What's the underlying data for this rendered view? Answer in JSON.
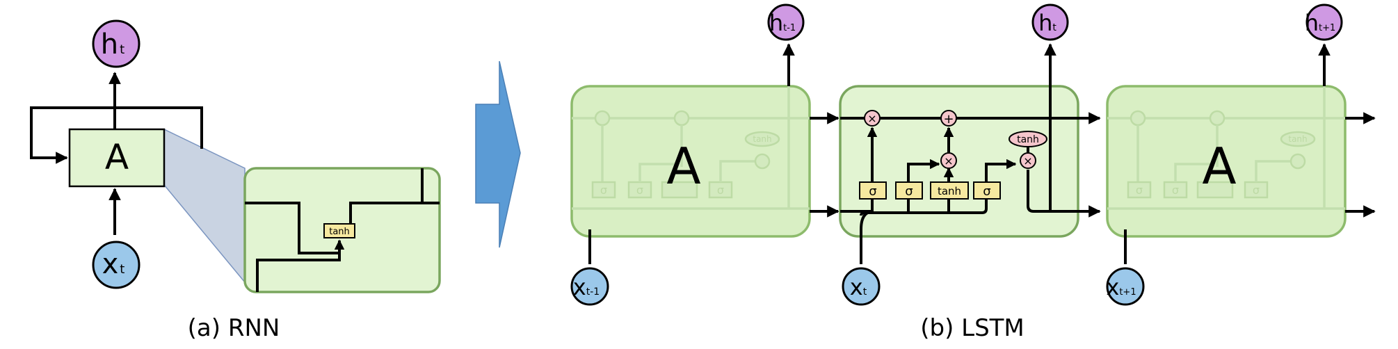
{
  "rnn": {
    "cell_label": "A",
    "output_node": {
      "main": "h",
      "sub": "t"
    },
    "input_node": {
      "main": "x",
      "sub": "t"
    },
    "zoom_gate": "tanh",
    "caption": "(a) RNN"
  },
  "lstm": {
    "cell_label": "A",
    "outputs": [
      {
        "main": "h",
        "sub": "t-1"
      },
      {
        "main": "h",
        "sub": "t"
      },
      {
        "main": "h",
        "sub": "t+1"
      }
    ],
    "inputs": [
      {
        "main": "x",
        "sub": "t-1"
      },
      {
        "main": "x",
        "sub": "t"
      },
      {
        "main": "x",
        "sub": "t+1"
      }
    ],
    "gates": [
      "σ",
      "σ",
      "tanh",
      "σ"
    ],
    "ops": {
      "forget_mult": "×",
      "add": "+",
      "input_mult": "×",
      "output_mult": "×",
      "cell_tanh": "tanh"
    },
    "caption": "(b) LSTM"
  },
  "colors": {
    "cell_fill": "#e2f4d2",
    "cell_border": "#7aa65e",
    "output_node": "#cf99e3",
    "input_node": "#9bc8ea",
    "gate": "#f6e9a0",
    "pointwise_op": "#f5c6cc",
    "transition_arrow": "#5b9bd5",
    "zoom_wedge": "#c9d3e2"
  }
}
